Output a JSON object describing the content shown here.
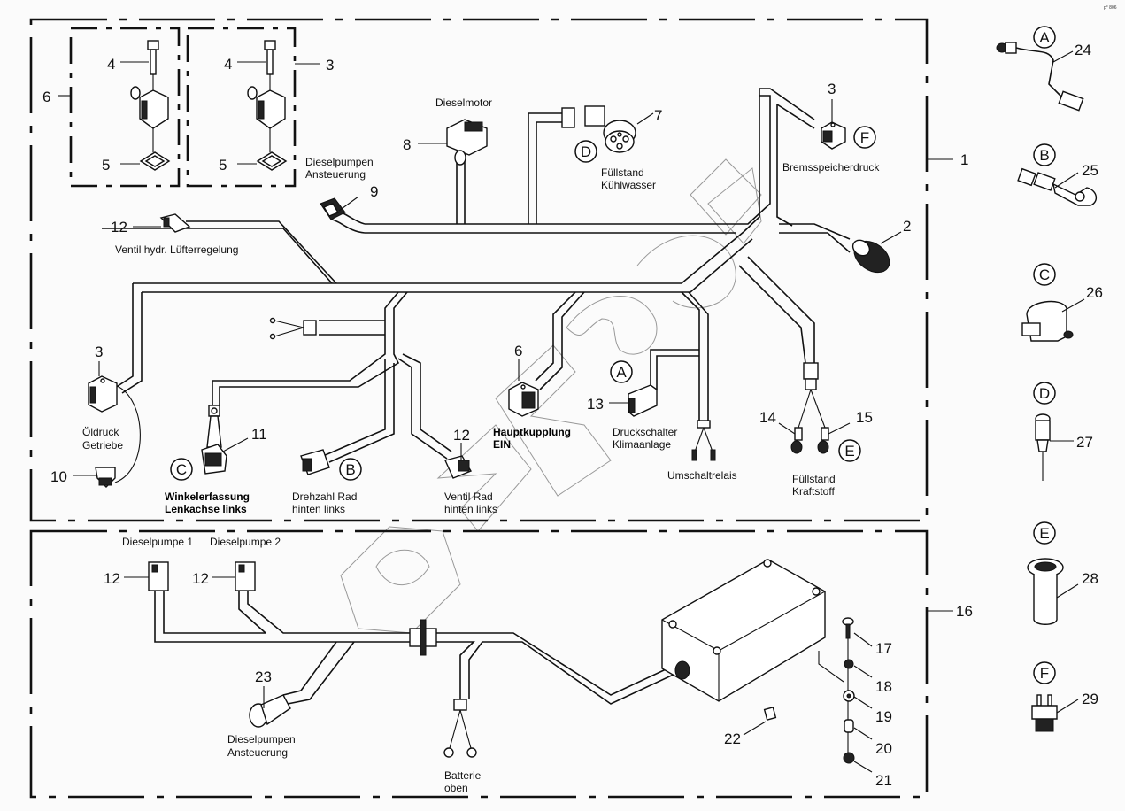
{
  "doc_code": "p° 806",
  "assemblies": {
    "upper": {
      "number": "1"
    },
    "lower": {
      "number": "16"
    },
    "insert_left": {
      "number": "6"
    },
    "insert_right": {
      "number": "3"
    }
  },
  "insert_parts": {
    "bolt_left": "4",
    "gasket_left": "5",
    "bolt_right": "4",
    "gasket_right": "5"
  },
  "labels": {
    "dieselmotor": "Dieselmotor",
    "dieselpumpen_ansteuerung_1": "Dieselpumpen",
    "dieselpumpen_ansteuerung_2": "Ansteuerung",
    "fuellstand_kuehlwasser_1": "Füllstand",
    "fuellstand_kuehlwasser_2": "Kühlwasser",
    "bremsspeicherdruck": "Bremsspeicherdruck",
    "ventil_luefter": "Ventil hydr. Lüfterregelung",
    "oeldruck_1": "Öldruck",
    "oeldruck_2": "Getriebe",
    "winkel_1": "Winkelerfassung",
    "winkel_2": "Lenkachse links",
    "drehzahl_1": "Drehzahl Rad",
    "drehzahl_2": "hinten links",
    "ventil_rad_1": "Ventil Rad",
    "ventil_rad_2": "hinten links",
    "hauptkupplung_1": "Hauptkupplung",
    "hauptkupplung_2": "EIN",
    "druckschalter_1": "Druckschalter",
    "druckschalter_2": "Klimaanlage",
    "umschaltrelais": "Umschaltrelais",
    "fuellstand_kraftstoff_1": "Füllstand",
    "fuellstand_kraftstoff_2": "Kraftstoff",
    "dieselpumpe_1": "Dieselpumpe 1",
    "dieselpumpe_2": "Dieselpumpe 2",
    "dp_ansteuerung_1": "Dieselpumpen",
    "dp_ansteuerung_2": "Ansteuerung",
    "batterie_1": "Batterie",
    "batterie_2": "oben"
  },
  "callouts": {
    "c2": "2",
    "c3_brems": "3",
    "c3_oel": "3",
    "c6_haupt": "6",
    "c7": "7",
    "c8": "8",
    "c9": "9",
    "c10": "10",
    "c11": "11",
    "c12_luefter": "12",
    "c12_ventil": "12",
    "c13": "13",
    "c14": "14",
    "c15": "15",
    "c12_dp1": "12",
    "c12_dp2": "12",
    "c17": "17",
    "c18": "18",
    "c19": "19",
    "c20": "20",
    "c21": "21",
    "c22": "22",
    "c23": "23"
  },
  "reference_letters": {
    "kuehlwasser": "D",
    "brems": "F",
    "winkel": "C",
    "drehzahl": "B",
    "druckschalter": "A",
    "kraftstoff": "E"
  },
  "sensor_parts": [
    {
      "letter": "A",
      "number": "24"
    },
    {
      "letter": "B",
      "number": "25"
    },
    {
      "letter": "C",
      "number": "26"
    },
    {
      "letter": "D",
      "number": "27"
    },
    {
      "letter": "E",
      "number": "28"
    },
    {
      "letter": "F",
      "number": "29"
    }
  ]
}
